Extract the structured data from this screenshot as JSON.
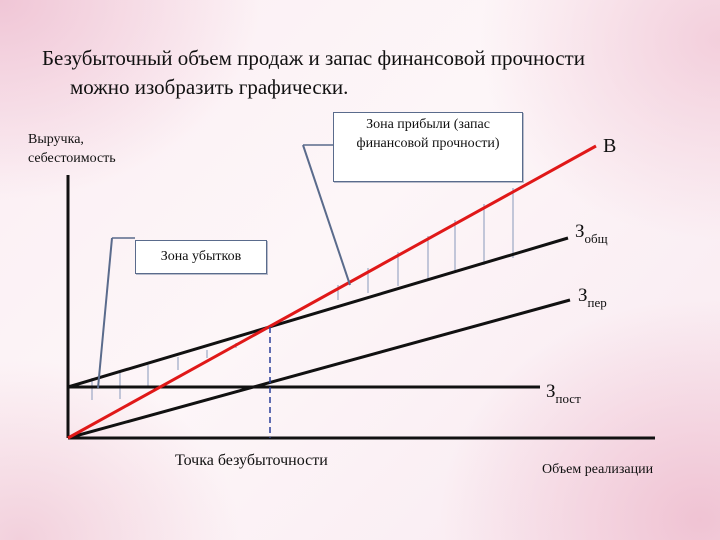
{
  "title": {
    "line1": "Безубыточный объем продаж и запас финансовой прочности",
    "line2": "можно изобразить графически."
  },
  "y_axis_label": "Выручка, себестоимость",
  "callouts": {
    "profit_zone": "Зона прибыли (запас финансовой прочности)",
    "loss_zone": "Зона убытков"
  },
  "line_labels": {
    "revenue": "В",
    "total_cost": {
      "base": "З",
      "sub": "общ"
    },
    "variable_cost": {
      "base": "З",
      "sub": "пер"
    },
    "fixed_cost": {
      "base": "З",
      "sub": "пост"
    }
  },
  "x_labels": {
    "break_even": "Точка безубыточности",
    "volume": "Объем реализации"
  },
  "colors": {
    "revenue_line": "#e01818",
    "cost_lines": "#111111",
    "break_even_marker": "#2a3f9a",
    "hatch": "#8899bb"
  }
}
